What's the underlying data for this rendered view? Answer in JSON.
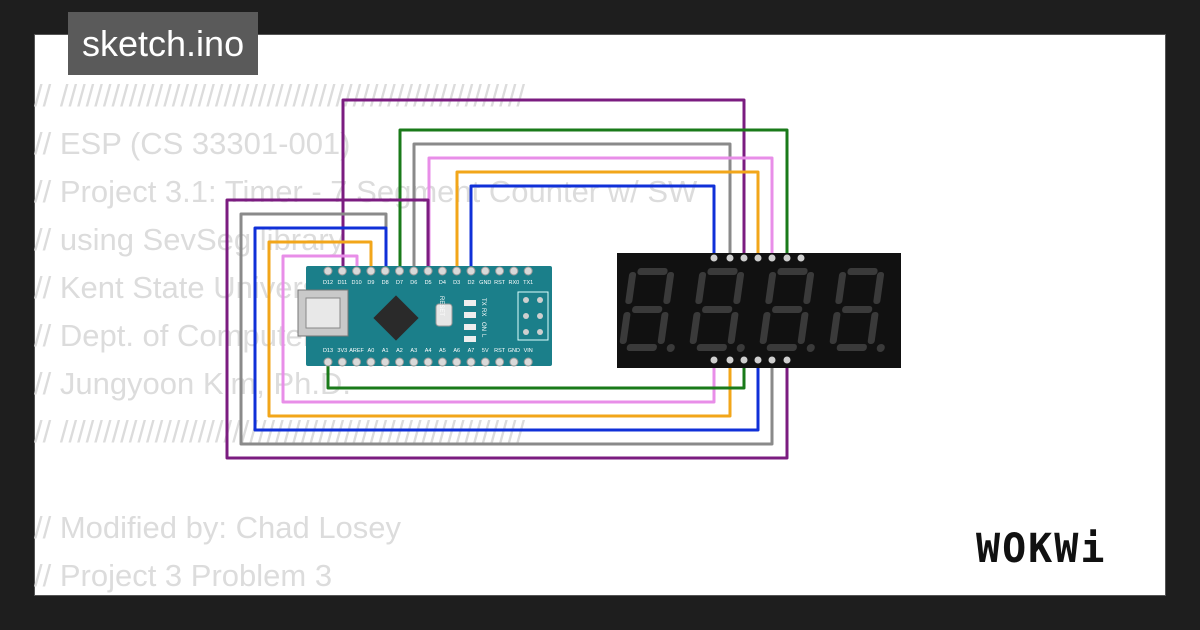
{
  "file_tab": {
    "label": "sketch.ino"
  },
  "code_lines": [
    "// //////////////////////////////////////////////////////",
    "// ESP (CS 33301-001)",
    "// Project 3.1: Timer - 7 Segment Counter w/ SW",
    "// using SevSeg library",
    "// Kent State University",
    "// Dept. of Computer Science",
    "// Jungyoon Kim, Ph.D.",
    "// //////////////////////////////////////////////////////",
    "",
    "// Modified by: Chad Losey",
    "// Project 3 Problem 3"
  ],
  "arduino": {
    "top_pins": [
      "D12",
      "D11",
      "D10",
      "D9",
      "D8",
      "D7",
      "D6",
      "D5",
      "D4",
      "D3",
      "D2",
      "GND",
      "RST",
      "RX0",
      "TX1"
    ],
    "bottom_pins": [
      "D13",
      "3V3",
      "AREF",
      "A0",
      "A1",
      "A2",
      "A3",
      "A4",
      "A5",
      "A6",
      "A7",
      "5V",
      "RST",
      "GND",
      "VIN"
    ],
    "labels": {
      "reset": "RESET",
      "tx": "TX",
      "rx": "RX",
      "on": "ON",
      "l": "L"
    }
  },
  "display": {
    "digits": [
      "8.",
      "8.",
      "8.",
      "8."
    ]
  },
  "brand": {
    "logo": "WOKWi"
  },
  "colors": {
    "purple": "#7b1c80",
    "green": "#1a7a1a",
    "gray": "#8a8a8a",
    "pink": "#e88ee8",
    "orange": "#f2a61a",
    "blue": "#1030d8",
    "board": "#1b7f8a",
    "display": "#111111"
  }
}
